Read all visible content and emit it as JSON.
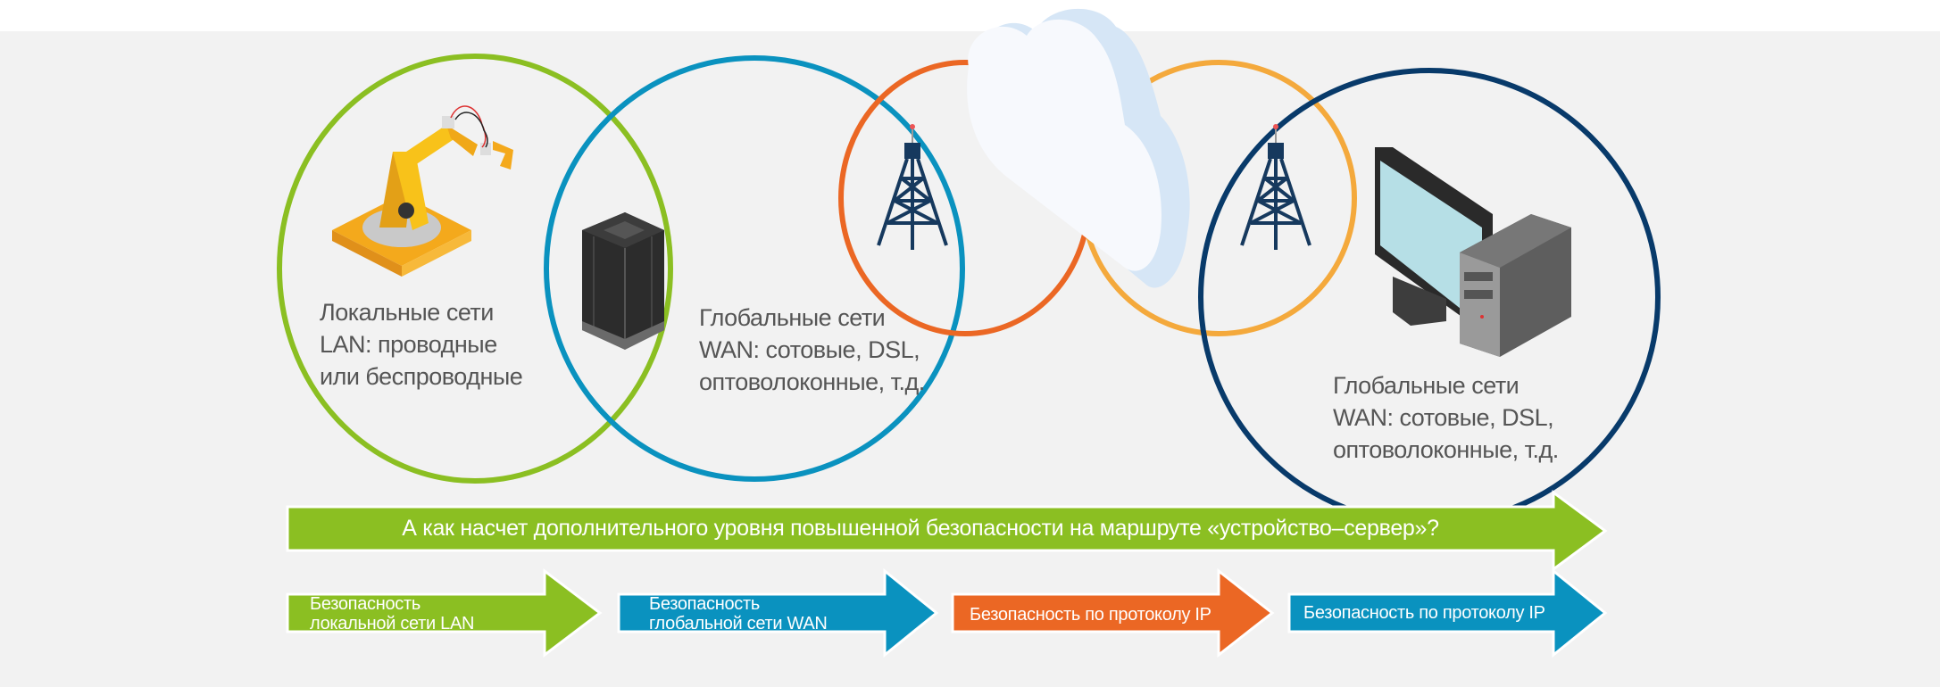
{
  "colors": {
    "lan_green": "#8bbf22",
    "wan_blue": "#0a92bf",
    "ip_orange": "#eb6724",
    "cloud_orange": "#f4a93c",
    "navy": "#083a6a",
    "background": "#f2f2f2"
  },
  "zones": {
    "lan": {
      "line1": "Локальные сети",
      "line2": "LAN: проводные",
      "line3": "или беспроводные"
    },
    "wan_left": {
      "line1": "Глобальные сети",
      "line2": "WAN: сотовые, DSL,",
      "line3": "оптоволоконные, т.д."
    },
    "wan_right": {
      "line1": "Глобальные сети",
      "line2": "WAN: сотовые, DSL,",
      "line3": "оптоволоконные, т.д."
    }
  },
  "main_arrow": {
    "label": "А как насчет дополнительного уровня повышенной безопасности на маршруте «устройство–сервер»?"
  },
  "steps": [
    {
      "line1": "Безопасность",
      "line2": "локальной сети LAN"
    },
    {
      "line1": "Безопасность",
      "line2": "глобальной сети WAN"
    },
    {
      "line1": "Безопасность по протоколу IP"
    },
    {
      "line1": "Безопасность по протоколу IP"
    }
  ],
  "icons": [
    "robot-arm-icon",
    "server-icon",
    "cell-tower-icon",
    "cloud-icon",
    "cell-tower-icon",
    "desktop-computer-icon"
  ]
}
